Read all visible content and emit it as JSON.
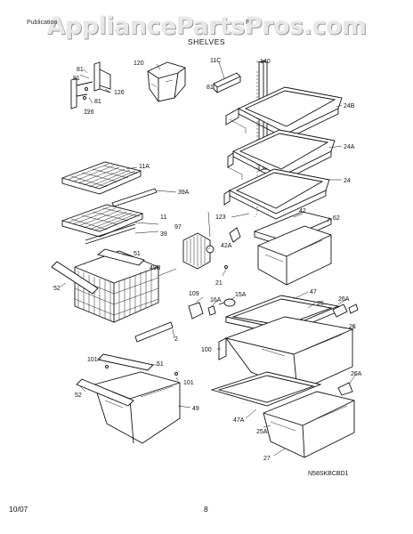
{
  "watermark": "AppliancePartsPros.com",
  "header": {
    "left": "Publication",
    "right": "F"
  },
  "section_title": "SHELVES",
  "diagram_code": "N58SKBCBD1",
  "footer": {
    "date": "10/07",
    "page": "8"
  },
  "callouts": {
    "c81a": "81",
    "c81b": "81",
    "c81c": "81",
    "c126a": "126",
    "c126b": "126",
    "c120": "120",
    "c11C": "11C",
    "c140": "140",
    "c24B": "24B",
    "c24A": "24A",
    "c24": "24",
    "c11A": "11A",
    "c39A": "39A",
    "c11": "11",
    "c39": "39",
    "c97": "97",
    "c123": "123",
    "c42": "42",
    "c42A": "42A",
    "c62": "62",
    "c51a": "51",
    "c49B": "49B",
    "c52a": "52",
    "c21": "21",
    "c109": "109",
    "c16A": "16A",
    "c15A": "15A",
    "c47": "47",
    "c25": "25",
    "c26A": "26A",
    "c26": "26",
    "c2": "2",
    "c100": "100",
    "c101a": "101",
    "c51b": "51",
    "c101b": "101",
    "c52b": "52",
    "c49": "49",
    "c26Ab": "26A",
    "c47A": "47A",
    "c25A": "25A",
    "c27": "27"
  }
}
